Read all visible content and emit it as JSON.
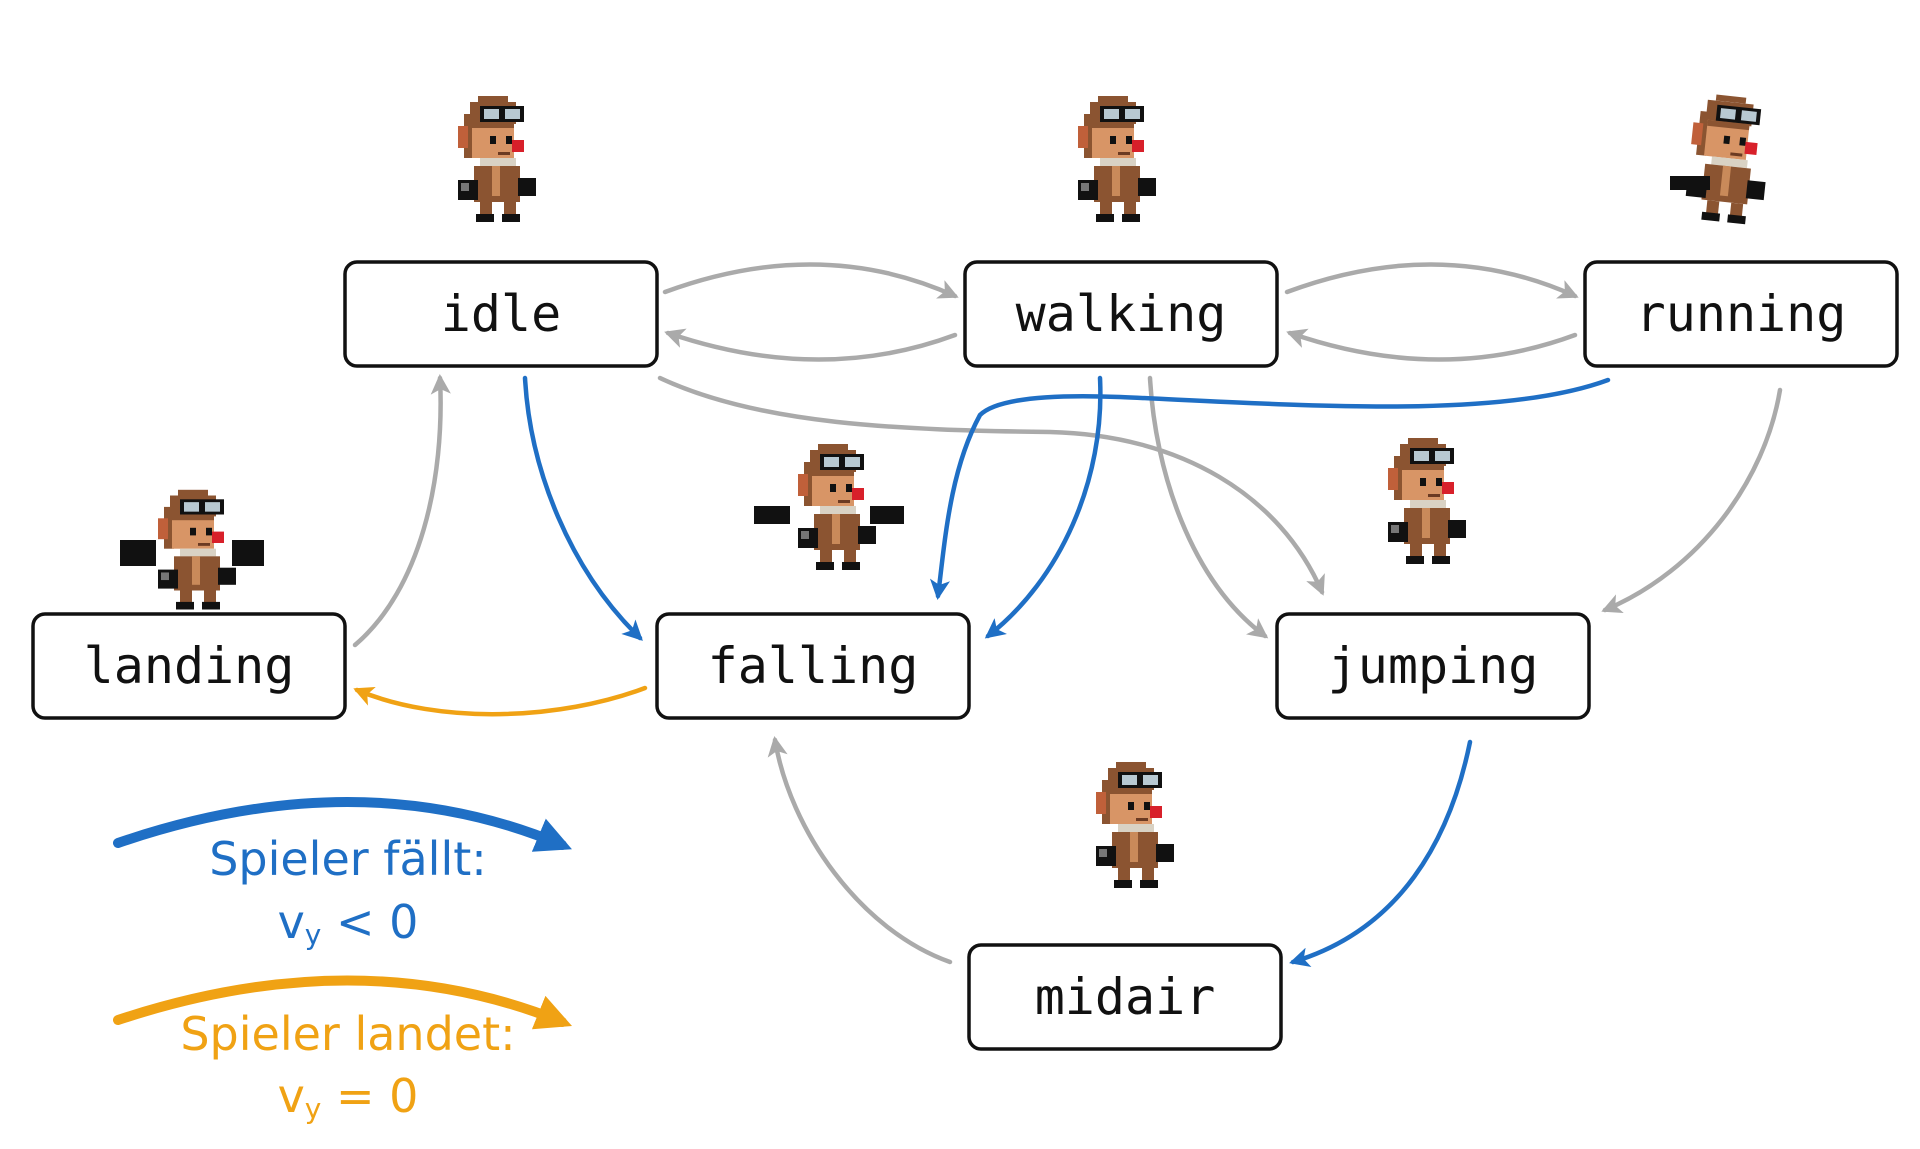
{
  "colors": {
    "transition": "#aaaaaa",
    "falls": "#1f6fc5",
    "lands": "#f0a214",
    "box_border": "#111111",
    "sprite_cap": "#8b5431",
    "sprite_skin": "#d89566",
    "sprite_dark": "#111111",
    "sprite_goggle": "#b8c9d2",
    "sprite_nose": "#d8202a"
  },
  "states": {
    "idle": {
      "label": "idle",
      "sprite": "aviator-idle-sprite"
    },
    "walking": {
      "label": "walking",
      "sprite": "aviator-walking-sprite"
    },
    "running": {
      "label": "running",
      "sprite": "aviator-running-sprite"
    },
    "landing": {
      "label": "landing",
      "sprite": "aviator-landing-sprite"
    },
    "falling": {
      "label": "falling",
      "sprite": "aviator-falling-sprite"
    },
    "jumping": {
      "label": "jumping",
      "sprite": "aviator-jumping-sprite"
    },
    "midair": {
      "label": "midair",
      "sprite": "aviator-midair-sprite"
    }
  },
  "transitions": [
    {
      "from": "idle",
      "to": "walking",
      "kind": "normal"
    },
    {
      "from": "walking",
      "to": "idle",
      "kind": "normal"
    },
    {
      "from": "walking",
      "to": "running",
      "kind": "normal"
    },
    {
      "from": "running",
      "to": "walking",
      "kind": "normal"
    },
    {
      "from": "idle",
      "to": "jumping",
      "kind": "normal"
    },
    {
      "from": "walking",
      "to": "jumping",
      "kind": "normal"
    },
    {
      "from": "running",
      "to": "jumping",
      "kind": "normal"
    },
    {
      "from": "landing",
      "to": "idle",
      "kind": "normal"
    },
    {
      "from": "midair",
      "to": "falling",
      "kind": "normal"
    },
    {
      "from": "idle",
      "to": "falling",
      "kind": "falls"
    },
    {
      "from": "walking",
      "to": "falling",
      "kind": "falls"
    },
    {
      "from": "running",
      "to": "falling",
      "kind": "falls"
    },
    {
      "from": "jumping",
      "to": "midair",
      "kind": "falls"
    },
    {
      "from": "falling",
      "to": "landing",
      "kind": "lands"
    }
  ],
  "legend": {
    "falls": {
      "line1": "Spieler fällt:",
      "var": "v",
      "sub": "y",
      "rel": " < 0"
    },
    "lands": {
      "line1": "Spieler landet:",
      "var": "v",
      "sub": "y",
      "rel": " = 0"
    }
  }
}
